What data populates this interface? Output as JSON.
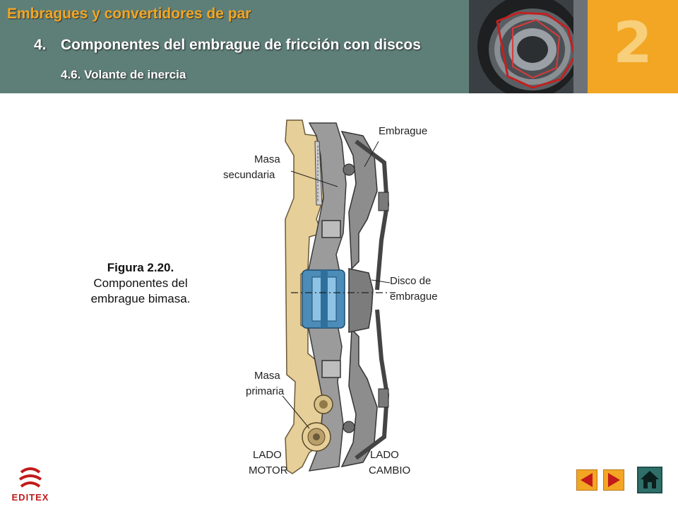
{
  "header": {
    "title": "Embragues y convertidores de par",
    "section_number": "4.",
    "section_title": "Componentes del embrague de fricción con discos",
    "subsection": "4.6. Volante de inercia",
    "chapter_number": "2"
  },
  "figure": {
    "caption_bold": "Figura 2.20.",
    "caption_line1": "Componentes del",
    "caption_line2": "embrague bimasa.",
    "labels": {
      "embrague": "Embrague",
      "masa_secundaria_1": "Masa",
      "masa_secundaria_2": "secundaria",
      "disco_1": "Disco de",
      "disco_2": "embrague",
      "masa_primaria_1": "Masa",
      "masa_primaria_2": "primaria",
      "lado_motor_1": "LADO",
      "lado_motor_2": "MOTOR",
      "lado_cambio_1": "LADO",
      "lado_cambio_2": "CAMBIO"
    }
  },
  "footer": {
    "logo_text": "EDITEX"
  },
  "colors": {
    "header_bg": "#5e7f78",
    "accent": "#f2a623",
    "home_button": "#2f6f6a",
    "logo_red": "#c21a1a"
  },
  "icons": {
    "prev": "triangle-left-icon",
    "next": "triangle-right-icon",
    "home": "house-icon"
  }
}
